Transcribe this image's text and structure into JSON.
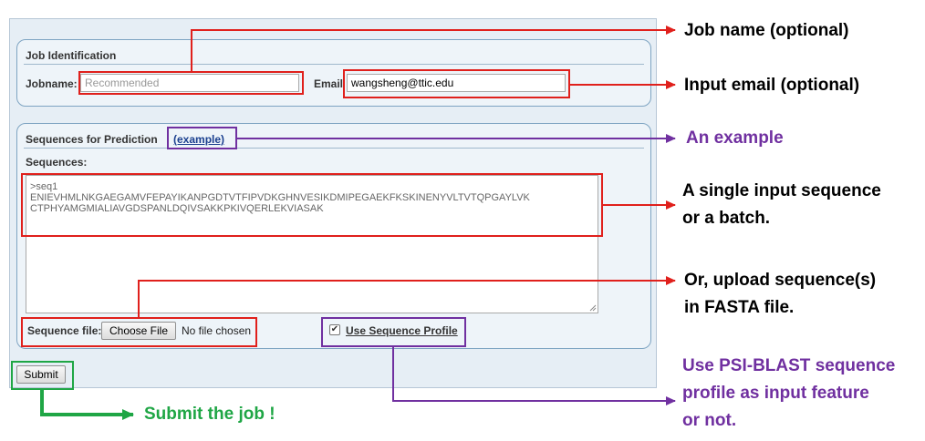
{
  "form": {
    "job_section": {
      "legend": "Job Identification",
      "jobname_label": "Jobname:",
      "jobname_value": "Recommended",
      "email_label": "Email",
      "email_value": "wangsheng@ttic.edu"
    },
    "seq_section": {
      "legend": "Sequences for Prediction",
      "example_link": "(example)",
      "sequences_label": "Sequences:",
      "sequence_text": ">seq1\nENIEVHMLNKGAEGAMVFEPAYIKANPGDTVTFIPVDKGHNVESIKDMIPEGAEKFKSKINENYVLTVTQPGAYLVK\nCTPHYAMGMIALIAVGDSPANLDQIVSAKKPKIVQERLEKVIASAK",
      "seqfile_label": "Sequence file:",
      "choose_file_button": "Choose File",
      "no_file_text": "No file chosen",
      "profile_checkbox_label": "Use Sequence Profile",
      "profile_checked": true
    },
    "submit_button": "Submit"
  },
  "annotations": {
    "job_name": "Job name (optional)",
    "input_email": "Input email (optional)",
    "example": "An example",
    "single_seq_line1": "A single input sequence",
    "single_seq_line2": "or a batch.",
    "upload_line1": "Or, upload sequence(s)",
    "upload_line2": "in FASTA file.",
    "psiblast_line1": "Use PSI-BLAST sequence",
    "psiblast_line2": "profile as input feature",
    "psiblast_line3": "or not.",
    "submit": "Submit the job !"
  },
  "colors": {
    "red": "#e0201c",
    "purple": "#7030a0",
    "green": "#1fa645",
    "panel_bg": "#e6eef5"
  }
}
